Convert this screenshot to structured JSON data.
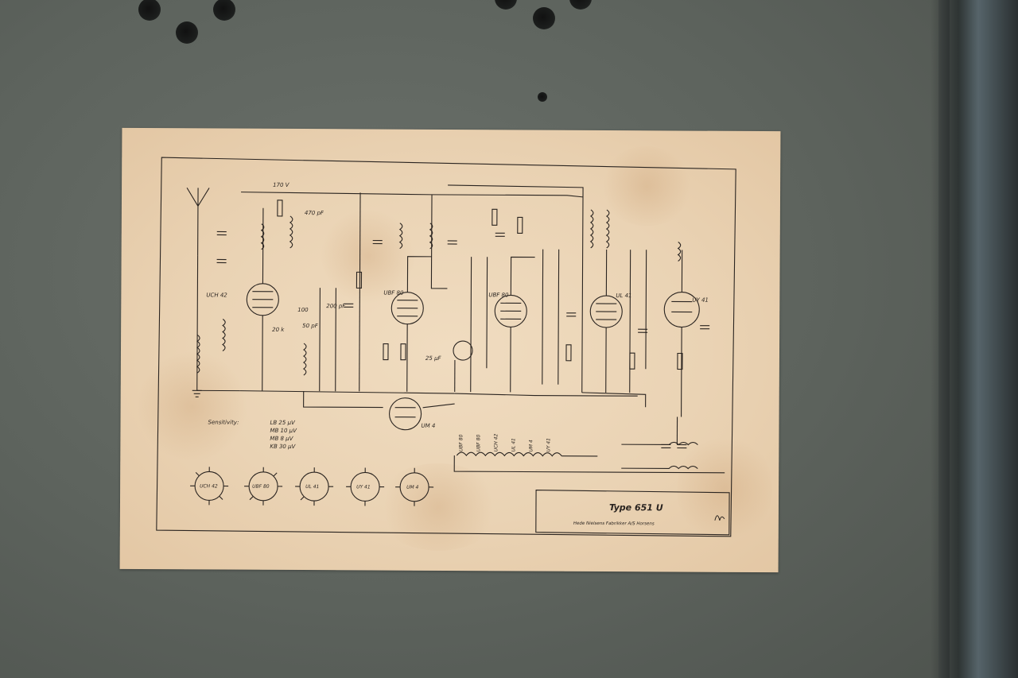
{
  "schematic": {
    "title": "Type 651 U",
    "maker": "Hede Nielsens Fabrikker A/S Horsens",
    "tubes": [
      "UCH 42",
      "UBF 80",
      "UBF 80",
      "UL 41",
      "UY 41",
      "UM 4"
    ],
    "sensitivity": {
      "heading": "Sensitivity:",
      "lines": [
        "LB 25 μV",
        "MB 10 μV",
        "MB 8 μV",
        "KB 30 μV"
      ]
    },
    "tube_bases": [
      "UCH 42",
      "UBF 80",
      "UL 41",
      "UY 41",
      "UM 4"
    ],
    "heater_chain": [
      "UBF 80",
      "UBF 80",
      "UCH 42",
      "UL 41",
      "UM 4",
      "UY 41"
    ],
    "component_labels": [
      "170 V",
      "470 pF",
      "200 pF",
      "25 μF",
      "50 pF",
      "100",
      "20 k"
    ]
  }
}
